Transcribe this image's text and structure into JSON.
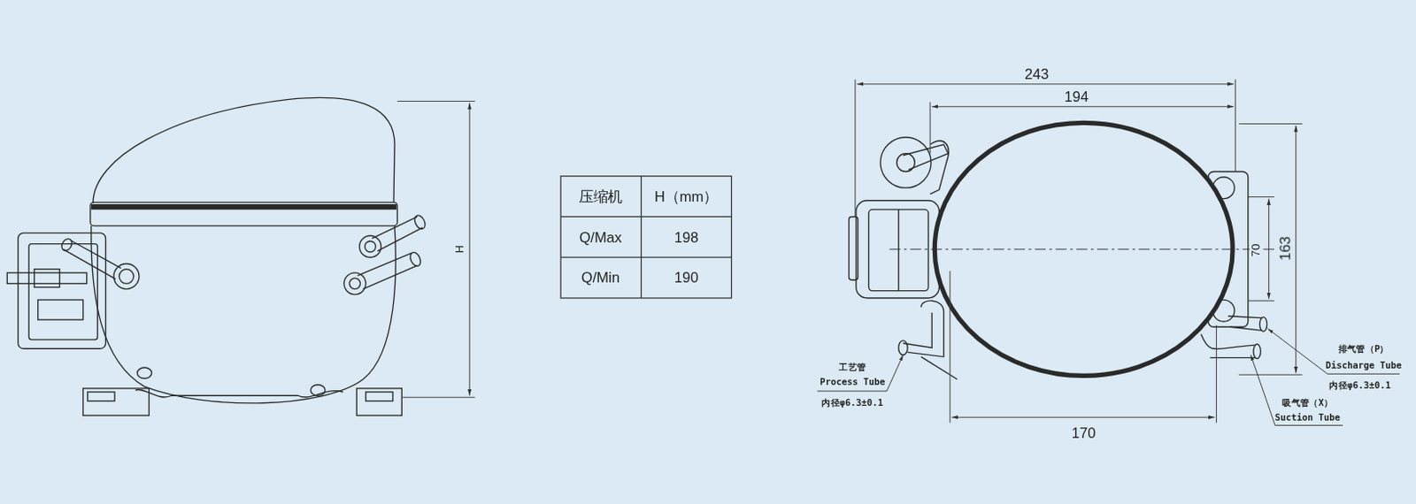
{
  "diagram": {
    "labels": [
      "压缩机",
      "H（mm）",
      "Q/Max",
      "198",
      "Q/Min",
      "190",
      "H",
      "243",
      "194",
      "70",
      "163",
      "170",
      "工艺管",
      "Process Tube",
      "内径φ6.3±0.1",
      "排气管（P）",
      "Discharge Tube",
      "内径φ6.3±0.1",
      "吸气管（X）",
      "Suction Tube"
    ]
  }
}
